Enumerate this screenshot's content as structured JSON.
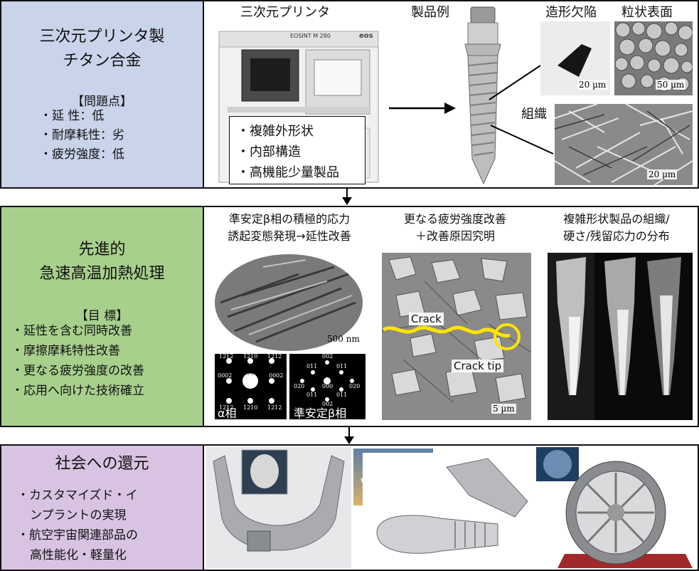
{
  "row1": {
    "title_line1": "三次元プリンタ製",
    "title_line2": "チタン合金",
    "problems_heading": "【問題点】",
    "problems": [
      "・延 性：低",
      "・耐摩耗性：劣",
      "・疲労強度：低"
    ],
    "printer_label": "三次元プリンタ",
    "product_label": "製品例",
    "defect_label": "造形欠陥",
    "surface_label": "粒状表面",
    "structure_label": "組織",
    "features": [
      "・複雑外形状",
      "・内部構造",
      "・高機能少量製品"
    ],
    "scale_defect": "20 µm",
    "scale_surface": "50 µm",
    "scale_structure": "20 µm",
    "printer_brand": "EOSINT M 280",
    "printer_logo": "eos"
  },
  "row2": {
    "title_line1": "先進的",
    "title_line2": "急速高温加熱処理",
    "goals_heading": "【目 標】",
    "goals": [
      "・延性を含む同時改善",
      "・摩擦摩耗特性改善",
      "・更なる疲労強度の改善",
      "・応用へ向けた技術確立"
    ],
    "col1_line1": "準安定β相の積極的応力",
    "col1_line2": "誘起変態発現→延性改善",
    "col2_line1": "更なる疲労強度改善",
    "col2_line2": "＋改善原因究明",
    "col3_line1": "複雑形状製品の組織/",
    "col3_line2": "硬さ/残留応力の分布",
    "tem_scale": "500 nm",
    "sad_alpha_label": "α相",
    "sad_beta_label": "準安定β相",
    "sad_alpha_spots": [
      "1212",
      "1210",
      "1212",
      "0002",
      "0000",
      "0002",
      "1212",
      "1210",
      "1212"
    ],
    "sad_beta_spots": [
      "002",
      "011",
      "011",
      "020",
      "000",
      "020",
      "011",
      "011",
      "002"
    ],
    "crack_label": "Crack",
    "crack_tip_label": "Crack tip",
    "crack_scale": "5 µm"
  },
  "row3": {
    "title": "社会への還元",
    "items": [
      "・カスタマイズド・イ",
      "ンプラントの実現",
      "・航空宇宙関連部品の",
      "高性能化・軽量化"
    ]
  },
  "colors": {
    "row1_left": "#c9d3ea",
    "row2_left": "#a8d08d",
    "row3_left": "#d9c3e2",
    "crack_line": "#ffe400"
  }
}
